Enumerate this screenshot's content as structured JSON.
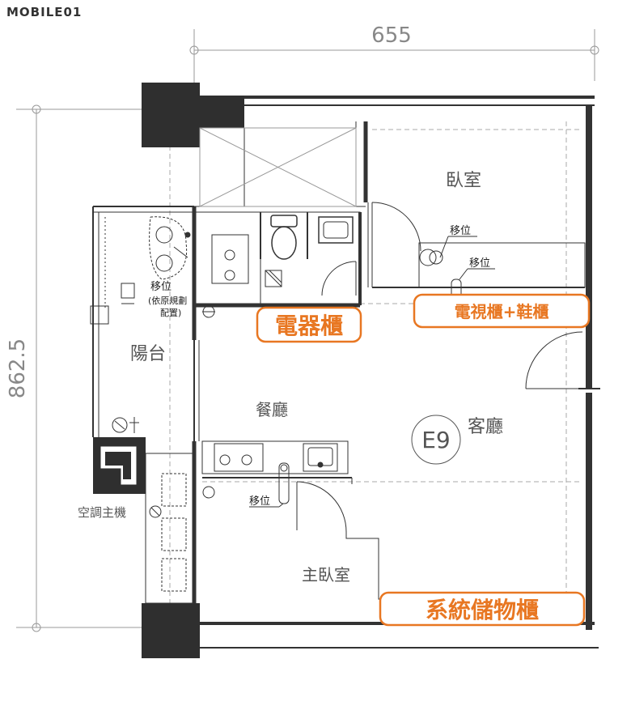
{
  "watermark": "MOBILE01",
  "dimensions": {
    "width": "655",
    "height": "862.5"
  },
  "rooms": {
    "bedroom": "臥室",
    "balcony": "陽台",
    "dining": "餐廳",
    "living": "客廳",
    "master_bedroom": "主臥室",
    "ac_unit": "空調主機"
  },
  "unit_label": "E9",
  "notes": {
    "relocate": "移位",
    "original_plan_line1": "(依原規劃",
    "original_plan_line2": "配置)"
  },
  "annotations": {
    "appliance_cabinet": "電器櫃",
    "tv_shoe_cabinet": "電視櫃+鞋櫃",
    "storage_cabinet": "系統儲物櫃"
  },
  "colors": {
    "annotation_orange": "#E87722",
    "wall": "#333333",
    "dim_line": "#999999"
  }
}
